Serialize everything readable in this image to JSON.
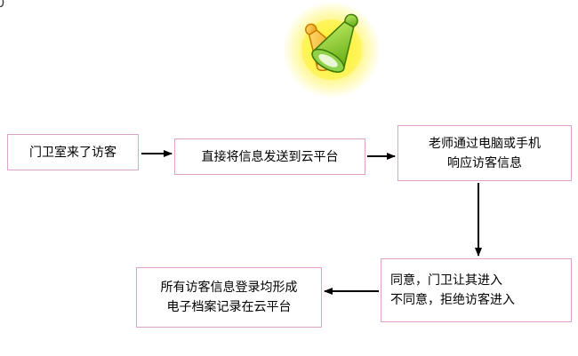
{
  "page": {
    "corner_mark": "0",
    "background": "#ffffff"
  },
  "colors": {
    "box_border": "#dfa3c9",
    "box_text": "#000000",
    "arrow": "#000000",
    "glow": "#fff23a",
    "bell_orange": "#f09000",
    "bell_green": "#55a307"
  },
  "icons": {
    "header_icon": "megaphone-bells-icon"
  },
  "flowchart": {
    "boxes": [
      {
        "lines": [
          "门卫室来了访客"
        ]
      },
      {
        "lines": [
          "直接将信息发送到云平台"
        ]
      },
      {
        "lines": [
          "老师通过电脑或手机",
          "响应访客信息"
        ]
      },
      {
        "lines": [
          "同意，门卫让其进入",
          "不同意，拒绝访客进入"
        ]
      },
      {
        "lines": [
          "所有访客信息登录均形成",
          "电子档案记录在云平台"
        ]
      }
    ]
  }
}
